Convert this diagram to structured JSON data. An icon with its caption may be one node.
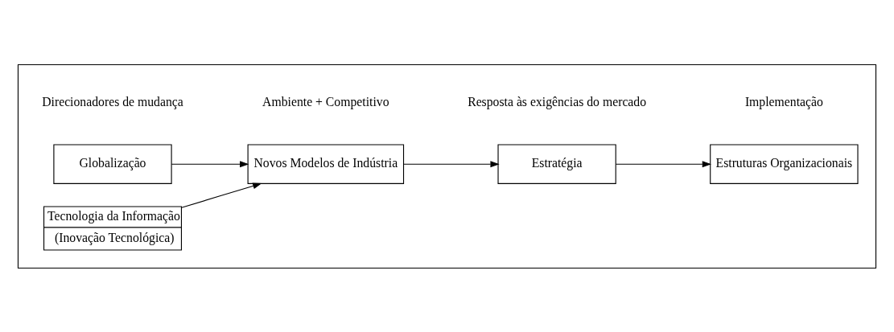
{
  "diagram": {
    "nodes": [
      {
        "text": [],
        "shape": "box"
      },
      {
        "text": [
          "Globalização"
        ],
        "in": 0
      },
      {
        "text": [
          "Tecnologia da Informação",
          "(Inovação Tecnológica)"
        ],
        "in": 0
      },
      {
        "text": [
          "Novos Modelos de Indústria"
        ],
        "in": 0
      },
      {
        "text": [
          "Estratégia"
        ],
        "in": 0
      },
      {
        "text": [
          "Estruturas Organizacionais"
        ],
        "in": 0
      }
    ],
    "edges": [
      {
        "from": 1,
        "to": 3,
        "arrow": "to"
      },
      {
        "from": 2,
        "to": 3,
        "arrow": "to"
      },
      {
        "from": 3,
        "to": 4,
        "arrow": "to"
      },
      {
        "from": 4,
        "to": 5,
        "arrow": "to"
      }
    ],
    "labels": [
      "Direcionadores de mudança",
      "Ambiente + Competitivo",
      "Resposta às exigências do mercado",
      "Implementação"
    ]
  }
}
